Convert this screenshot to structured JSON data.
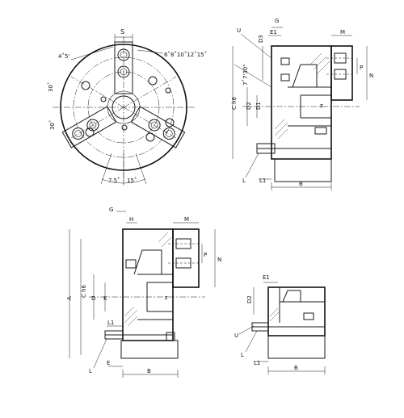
{
  "front_view": {
    "label_s": "S",
    "angle_4_5": "4˚5'",
    "angles_bolt_circle": "6˚8˚10˚12˚15˚",
    "angle_30_top": "30˚",
    "angle_30_bottom": "30˚",
    "angle_15_left": "7.5˚",
    "angle_15_right": "15˚"
  },
  "side_view_top": {
    "label_g": "G",
    "label_e1": "E1",
    "label_m": "M",
    "label_u": "U",
    "label_d3": "D3",
    "label_p": "P",
    "label_n": "N",
    "label_angle": "7˚7'30\"",
    "label_ch6": "C h6",
    "label_d2": "D2",
    "label_d1": "D1",
    "label_f": "F",
    "label_l": "L",
    "label_l1": "L1",
    "label_b": "B"
  },
  "section_view_large": {
    "label_g": "G",
    "label_h": "H",
    "label_m": "M",
    "label_p": "P",
    "label_n": "N",
    "label_a": "A",
    "label_ch6": "C h6",
    "label_d": "D",
    "label_k": "K",
    "label_f": "F",
    "label_l1": "L1",
    "label_l": "L",
    "label_e": "E",
    "label_b": "B"
  },
  "section_view_small": {
    "label_e1": "E1",
    "label_d2": "D2",
    "label_u": "U",
    "label_l": "L",
    "label_l1": "L1",
    "label_b": "B"
  }
}
